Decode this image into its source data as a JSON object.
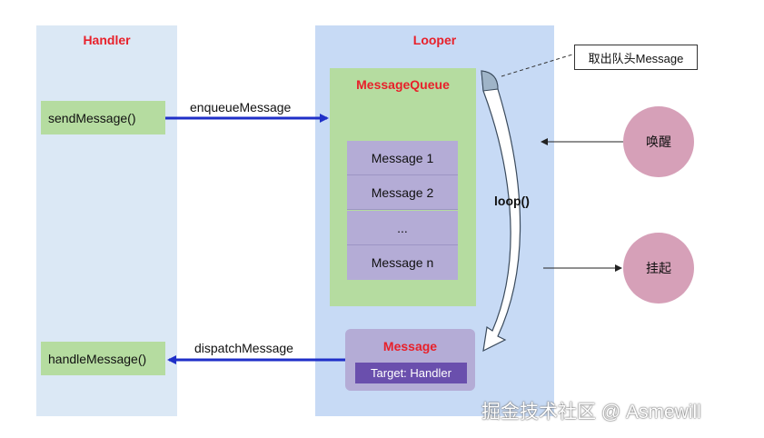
{
  "handler": {
    "title": "Handler",
    "send_message": "sendMessage()",
    "handle_message": "handleMessage()"
  },
  "looper": {
    "title": "Looper",
    "queue_title": "MessageQueue",
    "queue_items": [
      "Message 1",
      "Message 2",
      "...",
      "Message n"
    ],
    "loop_label": "loop()",
    "message_title": "Message",
    "message_target": "Target: Handler"
  },
  "arrows": {
    "enqueue": "enqueueMessage",
    "dispatch": "dispatchMessage"
  },
  "callout": "取出队头Message",
  "states": {
    "wake": "唤醒",
    "suspend": "挂起"
  },
  "watermark": "掘金技术社区 @ Asmewill",
  "colors": {
    "title_red": "#e8202a",
    "arrow_blue": "#1f2fc8",
    "green": "#b5dca0",
    "purple": "#b4acd6",
    "pink": "#d6a0b8"
  }
}
